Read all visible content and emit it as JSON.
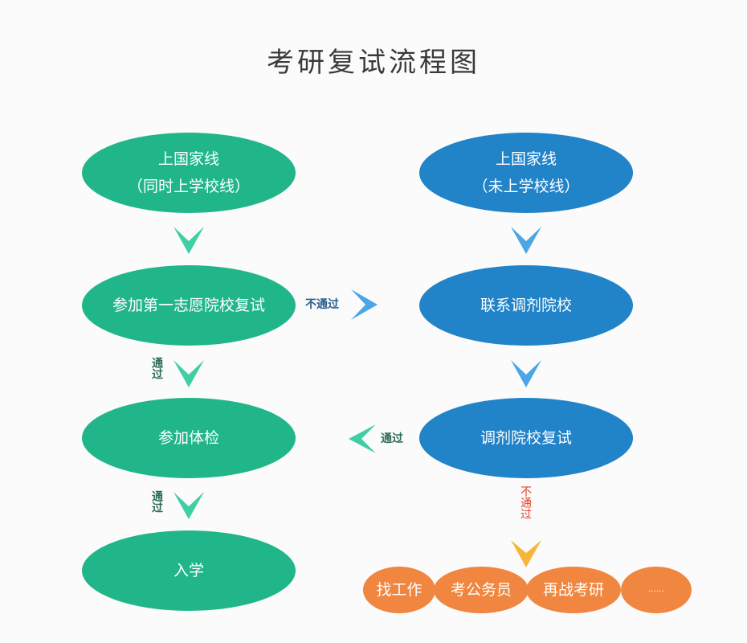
{
  "title": "考研复试流程图",
  "left_column": [
    {
      "line1": "上国家线",
      "line2": "（同时上学校线）"
    },
    {
      "line1": "参加第一志愿院校复试"
    },
    {
      "line1": "参加体检"
    },
    {
      "line1": "入学"
    }
  ],
  "right_column": [
    {
      "line1": "上国家线",
      "line2": "（未上学校线）"
    },
    {
      "line1": "联系调剂院校"
    },
    {
      "line1": "调剂院校复试"
    }
  ],
  "outcomes": [
    "找工作",
    "考公务员",
    "再战考研",
    "……"
  ],
  "labels": {
    "fail_to_adjust": "不通过",
    "pass_1": "通过",
    "pass_2": "通过",
    "adjust_pass": "通过",
    "adjust_fail": "不通过"
  },
  "colors": {
    "green": "#21b68a",
    "blue": "#2183c8",
    "orange": "#f0863f",
    "arrow_green": "#3fcfa4",
    "arrow_blue": "#4aa6e6",
    "arrow_orange": "#f6b63c"
  }
}
